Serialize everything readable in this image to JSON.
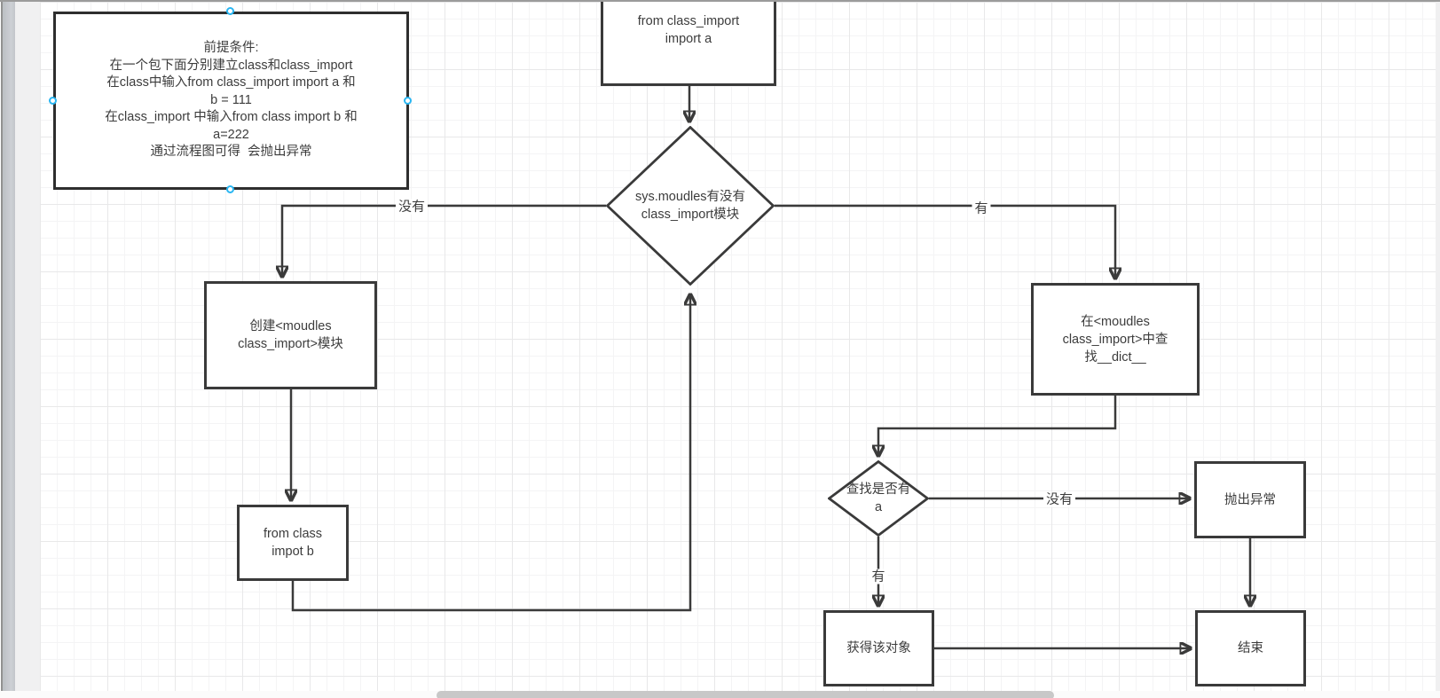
{
  "colors": {
    "line": "#3a3a3a",
    "text": "#3c3c3c",
    "handle": "#29b6f2",
    "grid_minor": "#f4f4f5",
    "grid_major": "#e8e8e9",
    "scrollbar_thumb": "#c8c8c8",
    "panel_strip": "#f0f0f1",
    "top_border": "#9b9b9b"
  },
  "note": {
    "text": "前提条件:\n在一个包下面分别建立class和class_import\n在class中输入from class_import import a 和\nb = 111\n在class_import 中输入from class import b 和\na=222\n通过流程图可得  会抛出异常"
  },
  "nodes": {
    "start": {
      "label": "from class_import\nimport a"
    },
    "check_modules": {
      "label": "sys.moudles有没有\nclass_import模块"
    },
    "create_module": {
      "label": "创建<moudles\nclass_import>模块"
    },
    "import_b": {
      "label": "from class\nimpot b"
    },
    "search_dict": {
      "label": "在<moudles\nclass_import>中查\n找__dict__"
    },
    "check_a": {
      "label": "查找是否有\na"
    },
    "throw_exception": {
      "label": "抛出异常"
    },
    "get_object": {
      "label": "获得该对象"
    },
    "end": {
      "label": "结束"
    }
  },
  "edges": {
    "no_left": {
      "label": "没有"
    },
    "yes_right": {
      "label": "有"
    },
    "no_right": {
      "label": "没有"
    },
    "yes_down": {
      "label": "有"
    }
  }
}
